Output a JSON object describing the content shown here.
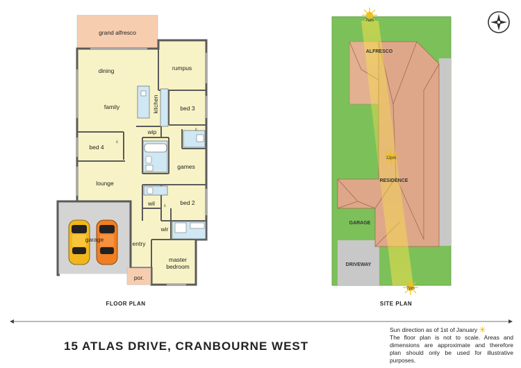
{
  "floor_plan": {
    "caption": "FLOOR PLAN",
    "rooms": {
      "grand_alfresco": "grand alfresco",
      "dining": "dining",
      "rumpus": "rumpus",
      "family": "family",
      "kitchen": "kitchen",
      "bed3": "bed 3",
      "wip": "wip",
      "bed4": "bed 4",
      "games": "games",
      "lounge": "lounge",
      "wil": "wil",
      "bed2": "bed 2",
      "garage": "garage",
      "wir": "wir",
      "entry": "entry",
      "master_bedroom_1": "master",
      "master_bedroom_2": "bedroom",
      "porch": "por."
    },
    "cupboard_marks": [
      "c",
      "c",
      "c"
    ]
  },
  "site_plan": {
    "caption": "SITE PLAN",
    "labels": {
      "alfresco": "ALFRESCO",
      "residence": "RESIDENCE",
      "garage": "GARAGE",
      "driveway": "DRIVEWAY"
    },
    "sun_times": [
      "7am",
      "12pm",
      "7pm"
    ]
  },
  "compass": {
    "icon": "compass-icon"
  },
  "address": "15 ATLAS DRIVE, CRANBOURNE WEST",
  "sun_note": "Sun direction as of 1st of January",
  "disclaimer": "The floor plan is not to scale. Areas and dimensions are approximate and therefore plan should only be used for illustrative purposes.",
  "colors": {
    "room_fill": "#f8f3c6",
    "alfresco_fill": "#f7cdb0",
    "garage_fill": "#d4d4d4",
    "bathroom_fill": "#cfe8f3",
    "lawn": "#7cc05a",
    "roof": "#dfa789",
    "sun": "#f0c020"
  }
}
